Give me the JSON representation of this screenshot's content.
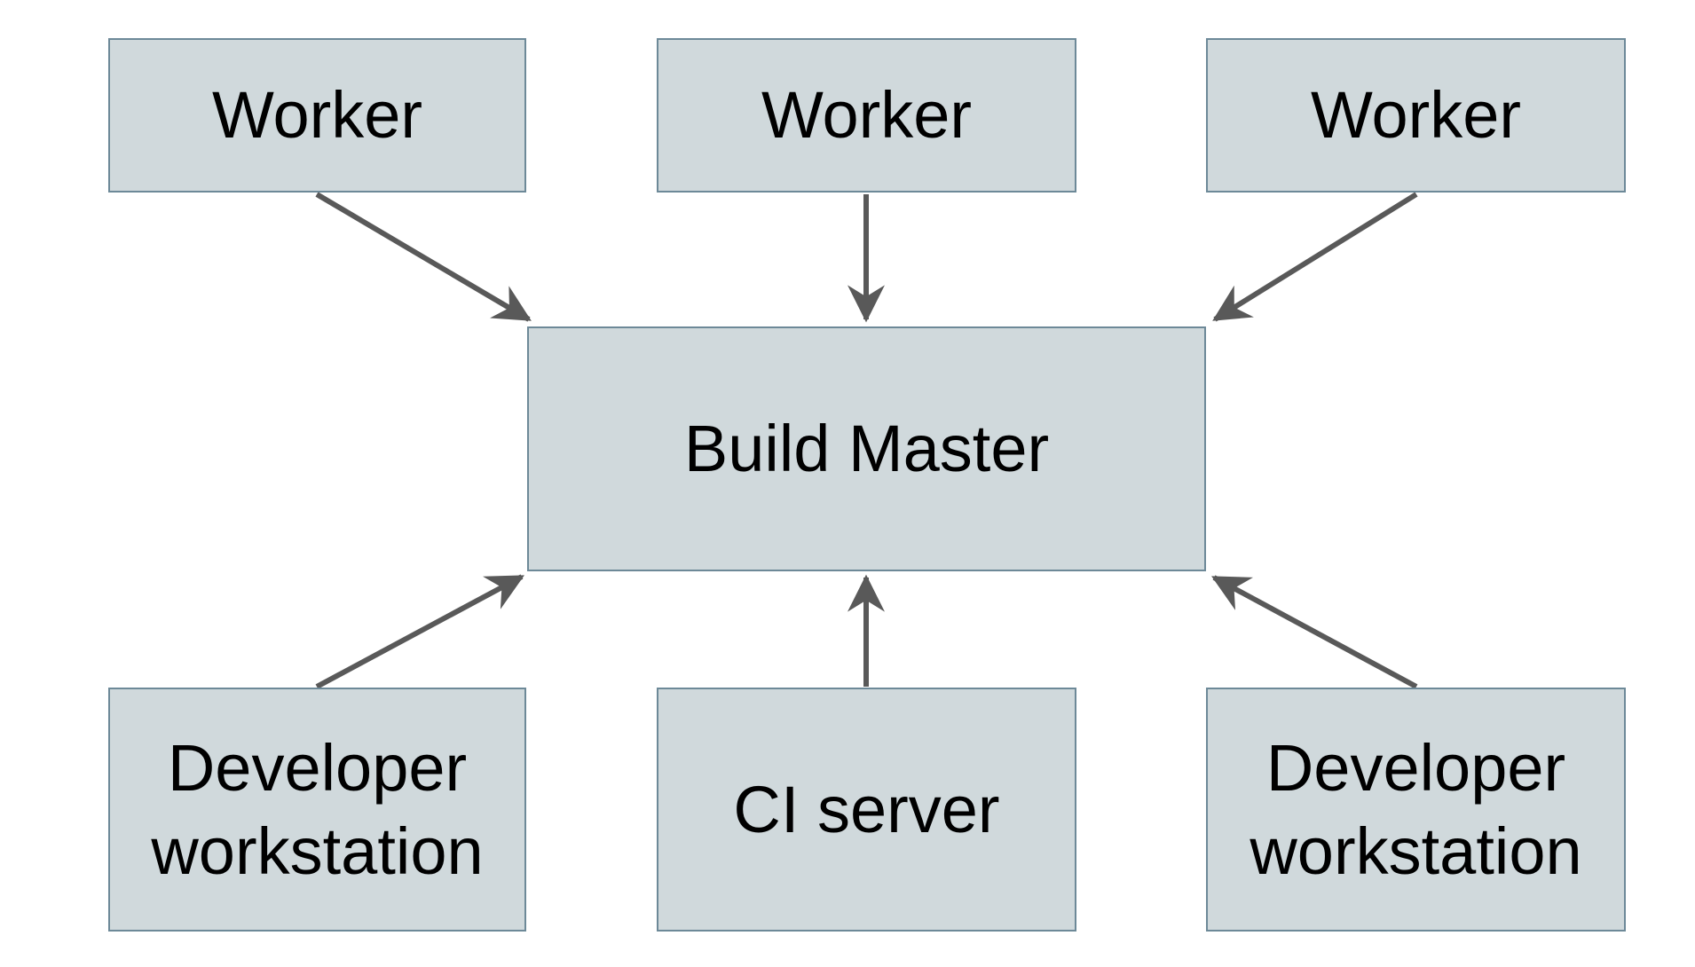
{
  "diagram": {
    "type": "architecture-diagram",
    "background": "#ffffff",
    "colors": {
      "node_fill": "#d0d9dc",
      "node_border": "#6d8998",
      "arrow": "#595959",
      "text": "#000000"
    },
    "nodes": [
      {
        "id": "worker-1",
        "label": "Worker"
      },
      {
        "id": "worker-2",
        "label": "Worker"
      },
      {
        "id": "worker-3",
        "label": "Worker"
      },
      {
        "id": "build-master",
        "label": "Build Master"
      },
      {
        "id": "dev-workstation-left",
        "label": "Developer workstation"
      },
      {
        "id": "ci-server",
        "label": "CI server"
      },
      {
        "id": "dev-workstation-right",
        "label": "Developer workstation"
      }
    ],
    "edges": [
      {
        "from": "worker-1",
        "to": "build-master"
      },
      {
        "from": "worker-2",
        "to": "build-master"
      },
      {
        "from": "worker-3",
        "to": "build-master"
      },
      {
        "from": "dev-workstation-left",
        "to": "build-master"
      },
      {
        "from": "ci-server",
        "to": "build-master"
      },
      {
        "from": "dev-workstation-right",
        "to": "build-master"
      }
    ]
  }
}
